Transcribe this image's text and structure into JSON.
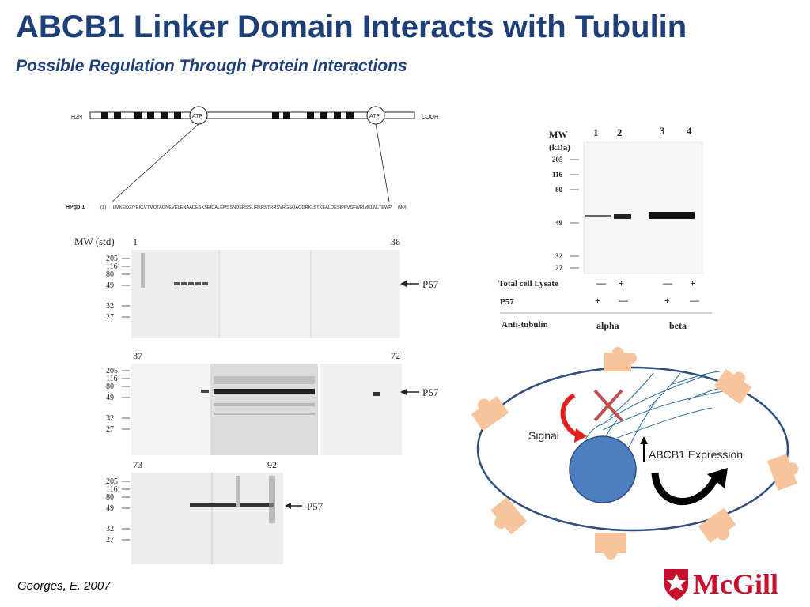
{
  "slide": {
    "title": "ABCB1 Linker Domain Interacts with Tubulin",
    "subtitle": "Possible Regulation Through Protein Interactions",
    "citation": "Georges, E. 2007",
    "logo_text": "McGill"
  },
  "domain_map": {
    "left_terminus": "H2N",
    "right_terminus": "COOH",
    "atp_label": "ATP",
    "peptide_label": "HPgp 1",
    "peptide_start": "(1)",
    "peptide_end": "(90)",
    "sequence": "LMKEKGIYEKLVTMQTAGNEVELENAADESKSEIDALEMSSNDSRSSLIRKRSTRRSVRGSQAQDRKLSTKEALDESIPPVSFWRIMKLNLTEWP"
  },
  "blot_screen": {
    "mw_label": "MW (std)",
    "mw_markers": [
      "205",
      "116",
      "80",
      "49",
      "32",
      "27"
    ],
    "p57_label": "P57",
    "panels": [
      {
        "start": "1",
        "end": "36"
      },
      {
        "start": "37",
        "end": "72"
      },
      {
        "start": "73",
        "end": "92"
      }
    ]
  },
  "tubulin_blot": {
    "mw_label": "MW",
    "mw_unit": "(kDa)",
    "mw_markers": [
      "205",
      "116",
      "80",
      "49",
      "32",
      "27"
    ],
    "lanes": [
      "1",
      "2",
      "3",
      "4"
    ],
    "rows": [
      {
        "label": "Total cell Lysate",
        "values": [
          "—",
          "+",
          "—",
          "+"
        ]
      },
      {
        "label": "P57",
        "values": [
          "+",
          "—",
          "+",
          "—"
        ]
      }
    ],
    "antibody_label": "Anti-tubulin",
    "antibody_groups": [
      "alpha",
      "beta"
    ]
  },
  "cell_model": {
    "signal_label": "Signal",
    "expression_label": "ABCB1 Expression",
    "colors": {
      "membrane": "#2f4f7f",
      "nucleus": "#4e7ec2",
      "transporter": "#f7c49c",
      "signal_arrow": "#e02020",
      "inhibit_cross": "#c0504d",
      "filament": "#2b6fa8"
    }
  }
}
